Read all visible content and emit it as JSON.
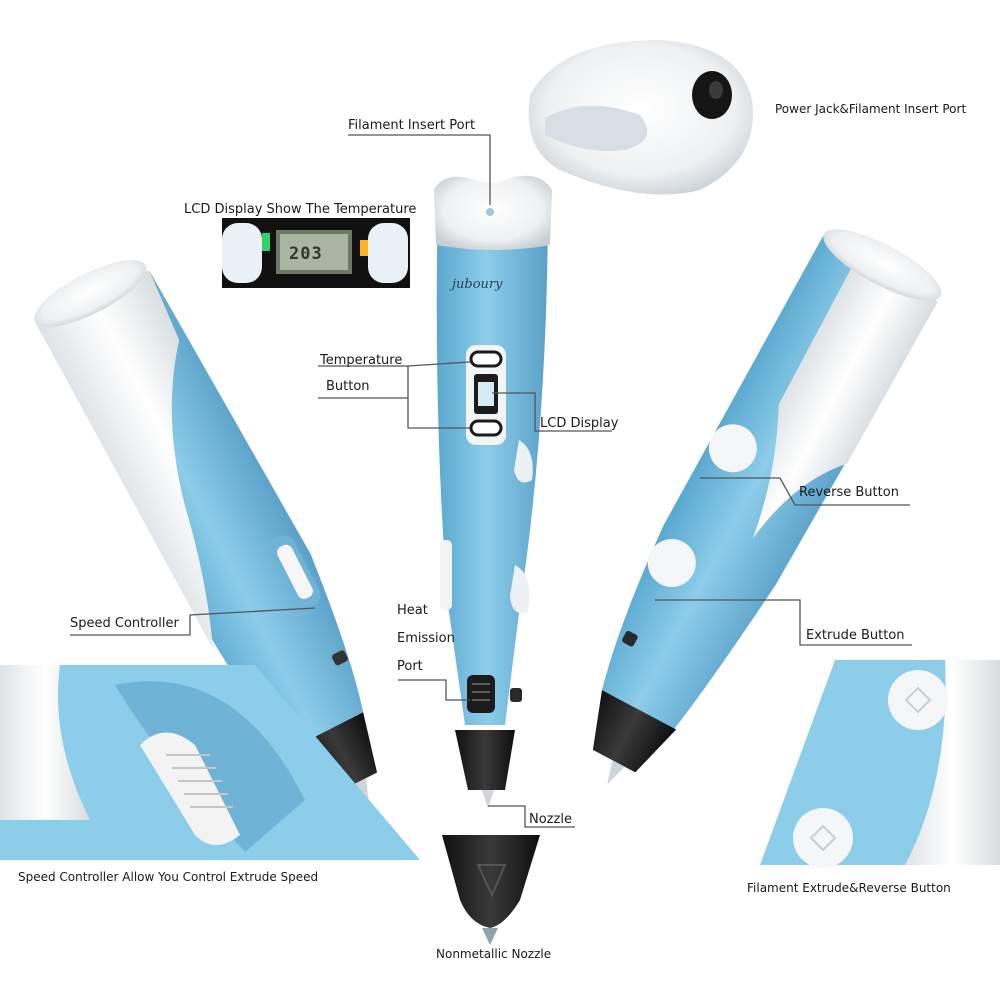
{
  "brand": "juboury",
  "lcd_reading": "203",
  "colors": {
    "pen_blue": "#7fc4e3",
    "pen_blue_dark": "#5aa8cf",
    "pen_white": "#f3f4f4",
    "nozzle_black": "#1c1c1c",
    "leader_line": "#555555"
  },
  "labels": {
    "filament_insert_port": "Filament Insert Port",
    "power_jack_port": "Power Jack&Filament Insert Port",
    "lcd_show_temperature": "LCD Display Show The Temperature",
    "temperature_button_line1": "Temperature",
    "temperature_button_line2": "Button",
    "lcd_display": "LCD Display",
    "reverse_button": "Reverse Button",
    "speed_controller": "Speed Controller",
    "heat_line1": "Heat",
    "heat_line2": "Emission",
    "heat_line3": "Port",
    "extrude_button": "Extrude Button",
    "nozzle": "Nozzle",
    "speed_controller_caption": "Speed Controller Allow You Control Extrude Speed",
    "filament_extrude_reverse": "Filament Extrude&Reverse Button",
    "nonmetallic_nozzle": "Nonmetallic Nozzle"
  }
}
